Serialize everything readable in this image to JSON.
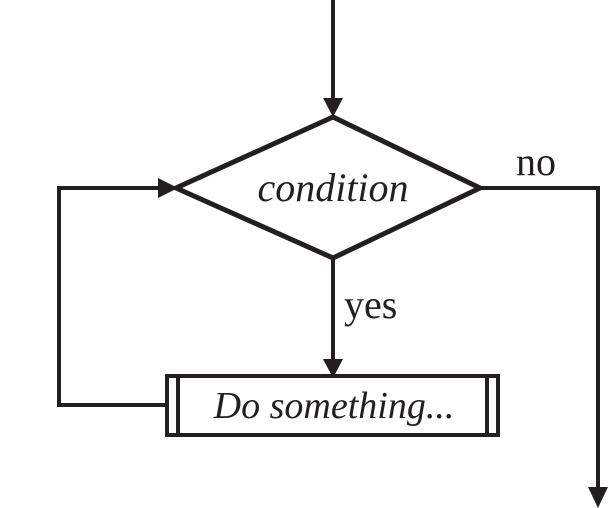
{
  "diagram": {
    "title": "while-loop flowchart",
    "type": "flowchart",
    "stroke_color": "#231f20",
    "background_color": "#ffffff",
    "nodes": {
      "decision": {
        "shape": "diamond",
        "label": "condition",
        "style": "italic"
      },
      "process": {
        "shape": "predefined-process",
        "label": "Do something...",
        "style": "italic"
      }
    },
    "edges": {
      "entry": {
        "label": "",
        "from": "top",
        "to": "decision"
      },
      "true_branch": {
        "label": "yes",
        "from": "decision",
        "to": "process"
      },
      "false_branch": {
        "label": "no",
        "from": "decision",
        "to": "exit"
      },
      "loop_back": {
        "label": "",
        "from": "process",
        "to": "decision"
      }
    }
  }
}
